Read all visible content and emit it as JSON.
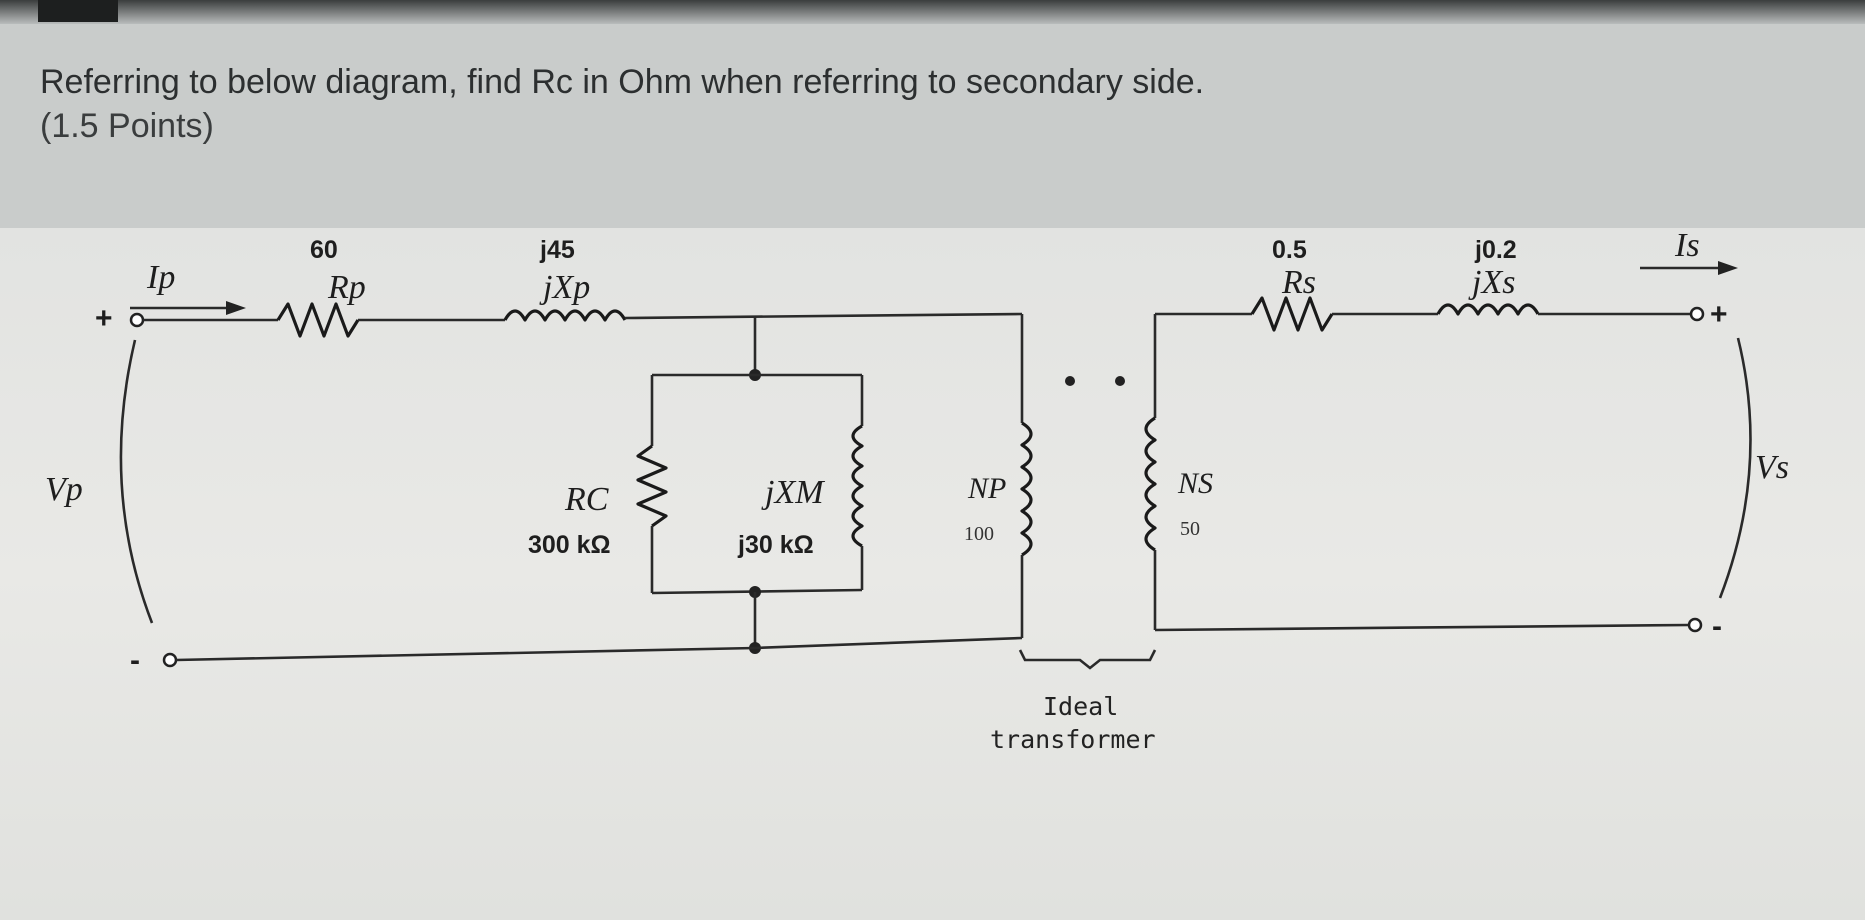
{
  "question": {
    "text": "Referring to below diagram, find Rc in Ohm when referring to secondary side.",
    "points": "(1.5 Points)"
  },
  "diagram": {
    "primary": {
      "current": "Ip",
      "voltage": "Vp",
      "rp_value": "60",
      "rp_symbol": "Rp",
      "xp_value": "j45",
      "xp_symbol": "jXp",
      "rc_symbol": "RC",
      "rc_value": "300 kΩ",
      "xm_symbol": "jXM",
      "xm_value": "j30 kΩ",
      "np_symbol": "NP",
      "np_value": "100"
    },
    "secondary": {
      "current": "Is",
      "voltage": "Vs",
      "rs_value": "0.5",
      "rs_symbol": "Rs",
      "xs_value": "j0.2",
      "xs_symbol": "jXs",
      "ns_symbol": "NS",
      "ns_value": "50"
    },
    "polarity": {
      "plus": "+",
      "minus": "-"
    },
    "transformer_caption": {
      "line1": "Ideal",
      "line2": "transformer"
    }
  }
}
